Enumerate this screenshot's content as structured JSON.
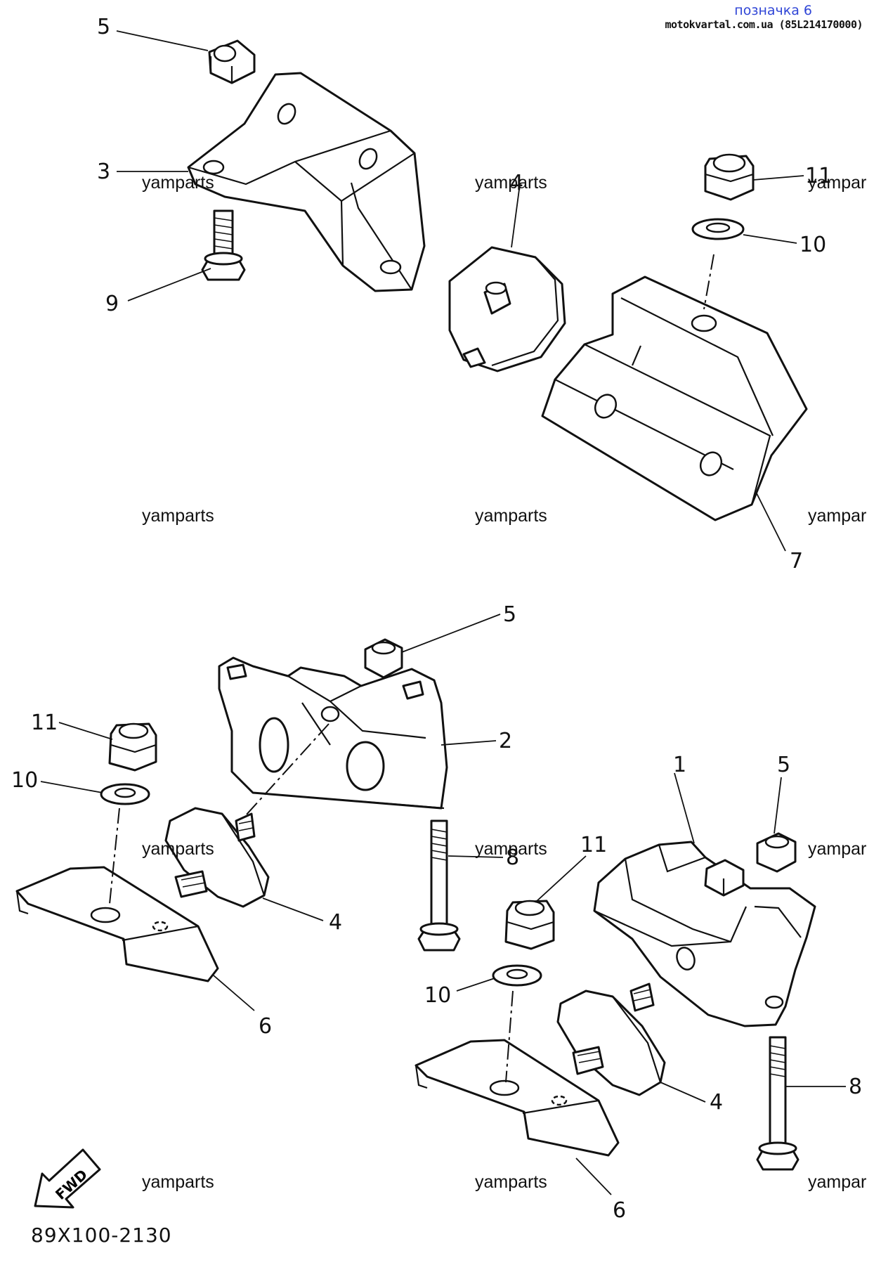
{
  "header": {
    "title": "позначка 6",
    "subtitle": "motokvartal.com.ua (85L214170000)"
  },
  "watermarks": [
    {
      "id": "r1c1",
      "text": "yamparts"
    },
    {
      "id": "r1c2",
      "text": "yamparts"
    },
    {
      "id": "r1c3",
      "text": "yampar"
    },
    {
      "id": "r2c1",
      "text": "yamparts"
    },
    {
      "id": "r2c2",
      "text": "yamparts"
    },
    {
      "id": "r2c3",
      "text": "yampar"
    },
    {
      "id": "r3c1",
      "text": "yamparts"
    },
    {
      "id": "r3c2",
      "text": "yamparts"
    },
    {
      "id": "r3c3",
      "text": "yampar"
    },
    {
      "id": "r4c1",
      "text": "yamparts"
    },
    {
      "id": "r4c2",
      "text": "yamparts"
    },
    {
      "id": "r4c3",
      "text": "yampar"
    }
  ],
  "callouts": {
    "top_5": "5",
    "top_3": "3",
    "top_9": "9",
    "top_4": "4",
    "top_11": "11",
    "top_10": "10",
    "top_7": "7",
    "mid_5": "5",
    "mid_2": "2",
    "left_11": "11",
    "left_10": "10",
    "left_4": "4",
    "left_8": "8",
    "left_6": "6",
    "right_1": "1",
    "right_5": "5",
    "right_11": "11",
    "right_10": "10",
    "right_4": "4",
    "right_8": "8",
    "right_6": "6"
  },
  "fwd_arrow": {
    "label": "FWD",
    "icon": "forward-arrow-icon"
  },
  "diagram_code": "89X100-2130"
}
